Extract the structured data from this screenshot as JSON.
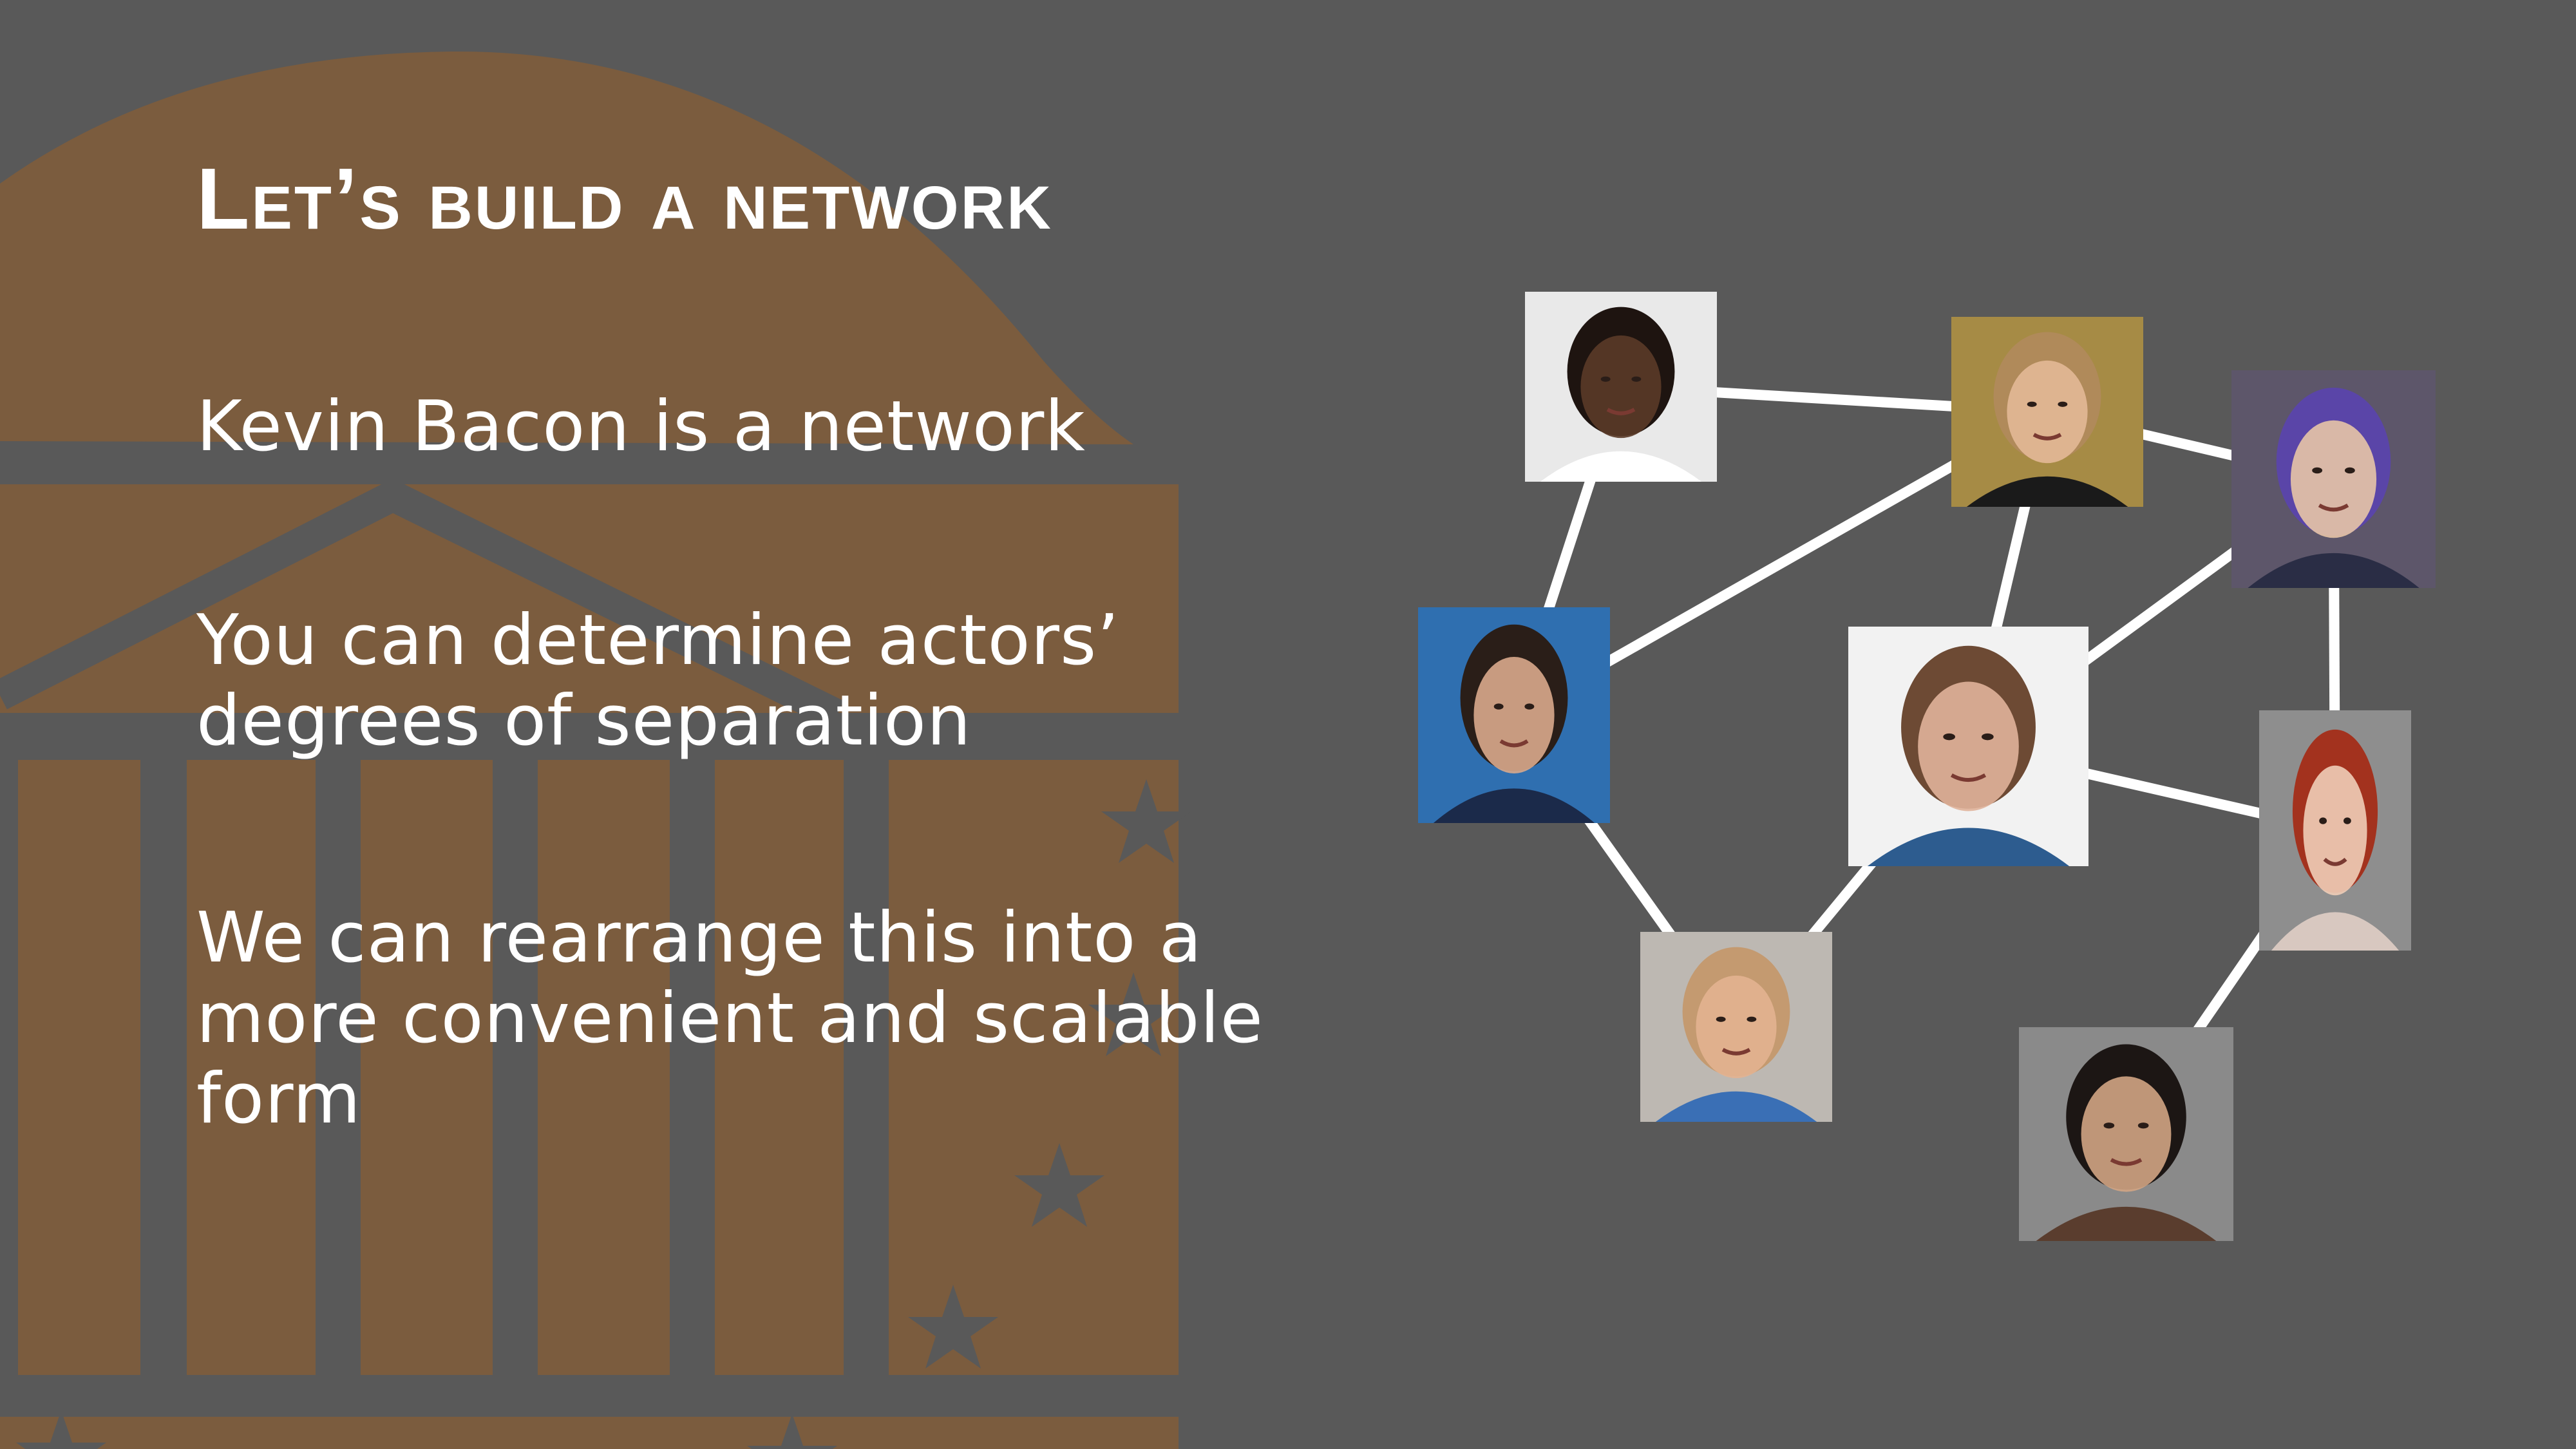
{
  "slide": {
    "title": "Let’s build a network",
    "bullets": [
      "Kevin Bacon is a network",
      "You can determine actors’ degrees of separation",
      "We can rearrange this into a more convenient and scalable form"
    ]
  },
  "colors": {
    "background": "#595959",
    "brand_art": "#7b5c3e",
    "text": "#ffffff",
    "edge": "#ffffff"
  },
  "network": {
    "nodes": [
      {
        "id": "jamie",
        "photo_bg": "#e9e9e9",
        "skin": "#5a3a28",
        "hair": "#1e1410",
        "shirt": "#ffffff"
      },
      {
        "id": "jennifer",
        "photo_bg": "#a68b45",
        "skin": "#e3b896",
        "hair": "#b08a5a",
        "shirt": "#1a1a1a"
      },
      {
        "id": "steve",
        "photo_bg": "#5d566a",
        "skin": "#e7c4a6",
        "hair": "#5a45a8",
        "shirt": "#2a2d45"
      },
      {
        "id": "jason",
        "photo_bg": "#2f6fb0",
        "skin": "#d9a98c",
        "hair": "#2a1e18",
        "shirt": "#1b2a4a"
      },
      {
        "id": "kevin",
        "photo_bg": "#f2f2f2",
        "skin": "#e0b39a",
        "hair": "#6d4a34",
        "shirt": "#2d5c8f"
      },
      {
        "id": "julianne",
        "photo_bg": "#8e8e8e",
        "skin": "#f0cdb7",
        "hair": "#a3321e",
        "shirt": "#d8c8c0"
      },
      {
        "id": "matt",
        "photo_bg": "#bdb8b2",
        "skin": "#e3b290",
        "hair": "#c49a70",
        "shirt": "#3a6fb5"
      },
      {
        "id": "sandra",
        "photo_bg": "#8a8a8a",
        "skin": "#d2a483",
        "hair": "#1c1614",
        "shirt": "#5a3d2e"
      }
    ],
    "edges": [
      [
        "jamie",
        "jennifer"
      ],
      [
        "jennifer",
        "steve"
      ],
      [
        "jamie",
        "jason"
      ],
      [
        "jason",
        "jennifer"
      ],
      [
        "jennifer",
        "kevin"
      ],
      [
        "kevin",
        "steve"
      ],
      [
        "steve",
        "julianne"
      ],
      [
        "kevin",
        "julianne"
      ],
      [
        "jason",
        "matt"
      ],
      [
        "matt",
        "kevin"
      ],
      [
        "julianne",
        "sandra"
      ]
    ]
  }
}
